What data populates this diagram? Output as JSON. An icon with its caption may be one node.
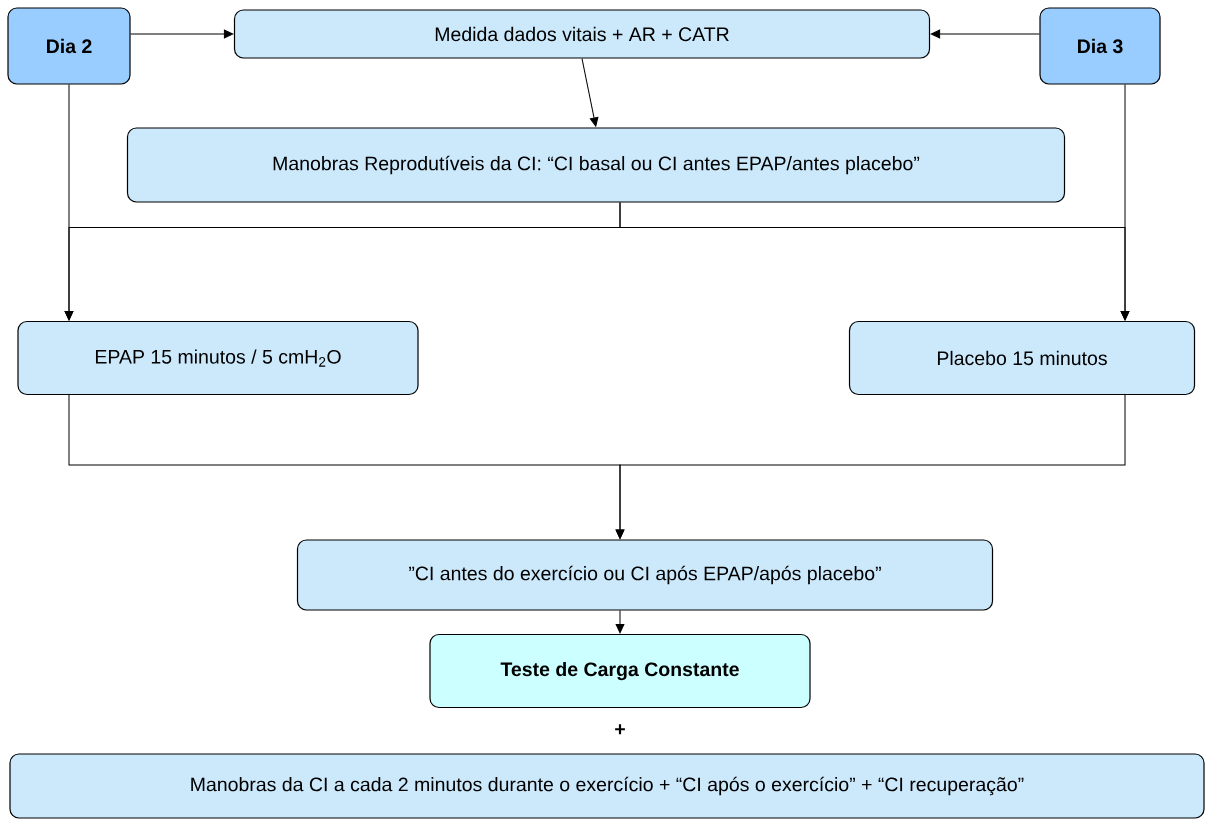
{
  "diagram": {
    "nodes": [
      {
        "text": [
          "Dia 2"
        ]
      },
      {
        "text": [
          "Medida dados vitais + AR + CATR"
        ]
      },
      {
        "text": [
          "Dia 3"
        ]
      },
      {
        "text": [
          "Manobras Reprodutíveis da CI: “CI basal ou CI antes EPAP/antes placebo”"
        ]
      },
      {
        "text": [
          "EPAP 15 minutos / 5 cmH$_{2}$O"
        ]
      },
      {
        "text": [
          "Placebo 15 minutos"
        ]
      },
      {
        "text": [
          "”CI antes do exercício ou CI após EPAP/após placebo”"
        ]
      },
      {
        "text": [
          "Teste de Carga Constante"
        ]
      },
      {
        "text": [
          "Manobras da CI a cada 2 minutos durante o exercício + “CI após o exercício” + “CI recuperação”"
        ]
      }
    ],
    "edges": [
      {
        "from": 0,
        "to": 1,
        "arrow": "to"
      },
      {
        "from": 2,
        "to": 1,
        "arrow": "to"
      },
      {
        "from": 1,
        "to": 3,
        "arrow": "to"
      },
      {
        "from": 0,
        "to": 4,
        "arrow": "to"
      },
      {
        "from": 3,
        "to": 4,
        "arrow": "to"
      },
      {
        "from": 3,
        "to": 5,
        "arrow": "to"
      },
      {
        "from": 2,
        "to": 5,
        "arrow": "to"
      },
      {
        "from": 4,
        "to": 6,
        "arrow": "to"
      },
      {
        "from": 5,
        "to": 6,
        "arrow": "to"
      },
      {
        "from": 6,
        "to": 7,
        "arrow": "to"
      }
    ],
    "labels": [
      "+"
    ]
  }
}
